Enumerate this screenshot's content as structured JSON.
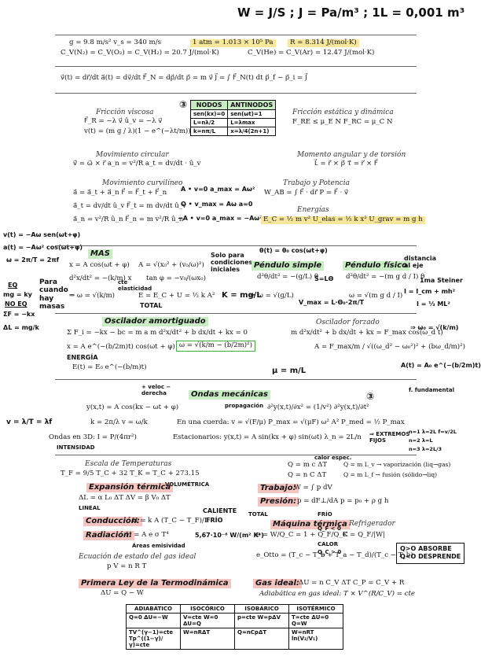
{
  "header": {
    "handwritten_units": "W = J/S ; J = Pa/m³ ; 1L = 0,001 m³",
    "constants_1": "g = 9.8 m/s²     v_s = 340 m/s",
    "atm": "1 atm = 1.013 × 10⁵ Pa",
    "R": "R = 8.314 J/(mol·K)",
    "cv_diatomic": "C_V(N₂) = C_V(O₂) = C_V(H₂) = 20.7 J/(mol·K)",
    "cv_mono": "C_V(He) = C_V(Ar) = 12.47 J/(mol·K)",
    "kinematics": "v⃗(t) = dr⃗/dt      a⃗(t) = dv⃗/dt      F⃗_N = dp⃗/dt      p⃗ = m v⃗      J⃗ = ∫ F⃗_N(t) dt      p⃗_f − p⃗_i = J⃗"
  },
  "friction_viscous": {
    "title": "Fricción viscosa",
    "eq1": "F⃗_R = −λ v⃗ û_v = −λ v⃗",
    "eq2": "v(t) = (m g / λ)(1 − e^(−λt/m))"
  },
  "nodes_table": {
    "headers": [
      "NODOS",
      "ANTINODOS"
    ],
    "rows": [
      [
        "sen(kx)=0",
        "sen(ωt)=1"
      ],
      [
        "L=nλ/2",
        "L=λmax"
      ],
      [
        "k=nπ/L",
        "x=λ/4(2n+1)"
      ]
    ]
  },
  "friction_static": {
    "title": "Fricción estática y dinámica",
    "eq": "F_RE ≤ μ_E N      F_RC = μ_C N"
  },
  "circular": {
    "title": "Movimiento circular",
    "eq": "v⃗ = ω⃗ × r⃗      a_n = v²/R      a_t = dv/dt · û_v"
  },
  "angular": {
    "title": "Momento angular y de torsión",
    "eq": "L⃗ = r⃗ × p⃗      τ⃗ = r⃗ × F⃗"
  },
  "curvilinear": {
    "title": "Movimiento curvilíneo",
    "eq1": "a⃗ = a⃗_t + a⃗_n      F⃗ = F⃗_t + F⃗_n",
    "eq2": "a⃗_t = dv/dt û_v      F⃗_t = m dv/dt û_v",
    "eq3": "a⃗_n = v²/R û_n      F⃗_n = m v²/R û_n"
  },
  "shm_points": {
    "A": "A • v=0  a_max = Aω²",
    "O": "O • v_max = Aω  a=0",
    "mA": "−A • v=0  a_max = −Aω²"
  },
  "work": {
    "title": "Trabajo y Potencia",
    "eq": "W_AB = ∫ F⃗ · dr⃗      P = F⃗ · v⃗",
    "energy_title": "Energías",
    "energy_eq": "E_C = ½ m v²   U_elas = ½ k x²   U_grav = m g h"
  },
  "left_notes": {
    "v": "v(t) = −Aω sen(ωt+φ)",
    "a": "a(t) = −Aω² cos(ωt+φ)",
    "w": "ω = 2π/T = 2πf",
    "eq": "EQ",
    "mg": "mg = ky",
    "noeq": "NO EQ",
    "sumf": "ΣF = −kx",
    "dl": "ΔL = mg/k",
    "para": "Para cuando hay masas"
  },
  "mas": {
    "title": "MAS",
    "eq1": "x = A cos(ωt + φ)",
    "eq2": "A = √(x₀² + (v₀/ω)²)",
    "eq3": "d²x/dt² = −(k/m) x",
    "eq4": "tan φ = −v₀/(ωx₀)",
    "eq5": "⇒ ω = √(k/m)",
    "eq6": "E = E_C + U = ½ k A²",
    "note_solo": "Solo para condiciones iniciales",
    "note_cte": "cte elasticidad",
    "note_total": "TOTAL",
    "k_mgL": "K = mg/L",
    "theta": "θ(t) = θ₀ cos(ωt+φ)"
  },
  "pendulum_simple": {
    "title": "Péndulo simple",
    "eq1": "d²θ/dt² = −(g/L) θ",
    "eq2": "⇒ ω = √(g/L)",
    "note": "S=LΘ",
    "wmax": "V_max = L·Θ₀·2π/T"
  },
  "pendulum_physical": {
    "title": "Péndulo físico",
    "eq1": "d²θ/dt² = −(m g d / I) θ",
    "eq2": "ω = √(m g d / I)",
    "note_dist": "distancia al eje",
    "steiner": "1ma Steiner",
    "steiner_eq": "I = I_cm + mh²",
    "rod": "I = ⅓ ML²"
  },
  "damped": {
    "title": "Oscilador amortiguado",
    "eq1": "Σ F_i = −kx − bc = m a      m d²x/dt² + b dx/dt + kx = 0",
    "eq2": "x = A e^(−(b/2m)t) cos(ωt + φ)",
    "eq3": "ω = √(k/m − (b/2m)²)",
    "energy_label": "ENERGÍA",
    "eq4": "E(t) = E₀ e^(−(b/m)t)"
  },
  "forced": {
    "title": "Oscilador forzado",
    "eq1": "m d²x/dt² + b dx/dt + kx = F_max cos(ω_d t)",
    "w0": "⇒ ω₀ = √(k/m)",
    "eq2": "A = F_max/m / √((ω_d² − ω₀²)² + (bω_d/m)²)",
    "amort": "A(t) = A₀ e^(−(b/2m)t)"
  },
  "waves": {
    "mu": "μ = m/L",
    "vel_note": "+ veloc − derecha",
    "title": "Ondas mecánicas",
    "eq1": "y(x,t) = A cos(kx − ωt + φ)",
    "propagation": "propagación",
    "eq_wave": "∂²y(x,t)/∂x² = (1/v²) ∂²y(x,t)/∂t²",
    "lambda": "v = λ/T = λf",
    "eq2": "k = 2π/λ      v = ω/k",
    "string": "En una cuerda: v = √(F/μ)      P_max = √(μF) ω² A²      P_med = ½ P_max",
    "w3d": "Ondas en 3D: I = P/(4πr²)",
    "intensity": "INTENSIDAD",
    "stationary": "Estacionarios: y(x,t) = A sin(kx + φ) sin(ωt)      λ_n = 2L/n",
    "extremes": "⇒ EXTREMOS FIJOS",
    "fund": "f. fundamental",
    "harm": [
      "n=1 λ=2L f=v/2L",
      "n=2 λ=L",
      "n=3 λ=2L/3"
    ]
  },
  "thermo": {
    "temp_title": "Escala de Temperaturas",
    "temp_eq": "T_F = 9/5 T_C + 32      T_K = T_C + 273.15",
    "heat1": "Q = m c ΔT",
    "heat2": "Q = n C ΔT",
    "latent1": "Q = m L_v → vaporización (liq→gas)",
    "latent2": "Q = m L_f → fusión (sólido→liq)",
    "calor": "calor espec.",
    "expansion_title": "Expansión térmica",
    "volumetric": "VOLUMÉTRICA",
    "exp_eq": "ΔL = α L₀ ΔT      ΔV = β V₀ ΔT",
    "linear": "LINEAL",
    "work_title": "Trabajo:",
    "work_eq": "W = ∫ p dV",
    "pressure_title": "Presión:",
    "pressure_eq": "p = dF⊥/dA      p = p₀ + ρ g h",
    "conduction_title": "Conducción:",
    "conduction_eq": "H = k A (T_C − T_F)/L",
    "hot": "CALIENTE",
    "cold": "FRÍO",
    "radiation_title": "Radiación:",
    "radiation_eq": "H = A e σ T⁴",
    "sigma": "5,67·10⁻⁸ W/(m² K⁴)",
    "areas": "Áreas   emisividad",
    "machine_title": "Máquina térmica",
    "fridge": "Refrigerador",
    "total": "TOTAL",
    "machine_eq": "e = W/Q_C = 1 + Q_F/Q_C",
    "k_eq": "K = Q_F/|W|",
    "frio": "FRÍO",
    "qf": "Q_F < 0",
    "calor_q": "CALOR",
    "qc": "Q_C > 0",
    "gas_title": "Ecuación de estado del gas ideal",
    "gas_eq": "p V = n R T",
    "otto": "e_Otto = (T_c − T_b + T_a − T_d)/(T_c − T_b)",
    "first_law_title": "Primera Ley de la Termodinámica",
    "first_law_eq": "ΔU = Q − W",
    "ideal_gas_title": "Gas ideal:",
    "ideal_gas_eq": "ΔU = n C_V ΔT      C_P = C_V + R",
    "adiabatic": "Adiabática en gas ideal: T × V^(R/C_V) = cte"
  },
  "q_box": [
    "Q>O ABSORBE",
    "Q<O DESPRENDE"
  ],
  "process_table": {
    "headers": [
      "ADIABÁTICO",
      "ISOCÓRICO",
      "ISOBÁRICO",
      "ISOTÉRMICO"
    ],
    "row1": [
      "Q=0  ΔU=−W",
      "V=cte  W=0  ΔU=Q",
      "p=cte  W=pΔV",
      "T=cte  ΔU=0  Q=W"
    ],
    "row2": [
      "TV^(γ−1)=cte  Tp^((1−γ)/γ)=cte",
      "W=nRΔT",
      "Q=nCpΔT",
      "W=nRT ln(V₂/V₁)"
    ]
  }
}
